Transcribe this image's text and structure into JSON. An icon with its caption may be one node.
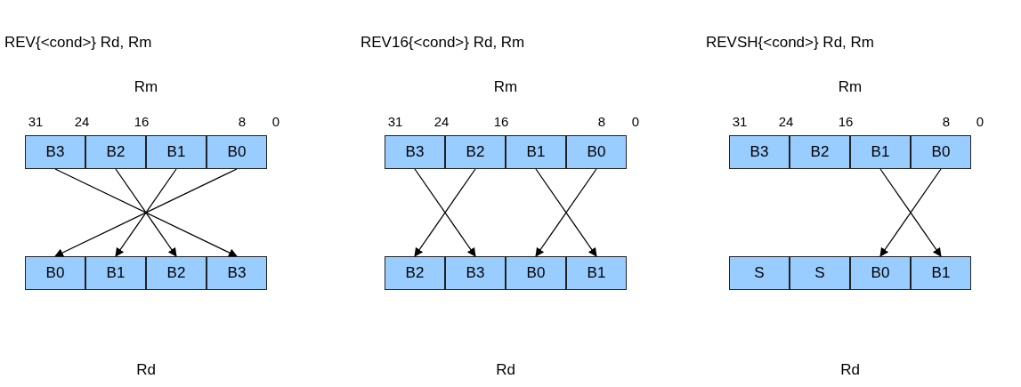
{
  "diagram": {
    "nodes": [
      {
        "text": [
          "B3"
        ]
      },
      {
        "text": [
          "B2"
        ]
      },
      {
        "text": [
          "B1"
        ]
      },
      {
        "text": [
          "B0"
        ]
      },
      {
        "text": [
          "B0"
        ]
      },
      {
        "text": [
          "B1"
        ]
      },
      {
        "text": [
          "B2"
        ]
      },
      {
        "text": [
          "B3"
        ]
      },
      {
        "text": [
          "B3"
        ]
      },
      {
        "text": [
          "B2"
        ]
      },
      {
        "text": [
          "B1"
        ]
      },
      {
        "text": [
          "B0"
        ]
      },
      {
        "text": [
          "B2"
        ]
      },
      {
        "text": [
          "B3"
        ]
      },
      {
        "text": [
          "B0"
        ]
      },
      {
        "text": [
          "B1"
        ]
      },
      {
        "text": [
          "B3"
        ]
      },
      {
        "text": [
          "B2"
        ]
      },
      {
        "text": [
          "B1"
        ]
      },
      {
        "text": [
          "B0"
        ]
      },
      {
        "text": [
          "S"
        ]
      },
      {
        "text": [
          "S"
        ]
      },
      {
        "text": [
          "B0"
        ]
      },
      {
        "text": [
          "B1"
        ]
      }
    ],
    "edges": [
      {
        "from": 0,
        "to": 7,
        "arrow": "to"
      },
      {
        "from": 1,
        "to": 6,
        "arrow": "to"
      },
      {
        "from": 2,
        "to": 5,
        "arrow": "to"
      },
      {
        "from": 3,
        "to": 4,
        "arrow": "to"
      },
      {
        "from": 8,
        "to": 13,
        "arrow": "to"
      },
      {
        "from": 9,
        "to": 12,
        "arrow": "to"
      },
      {
        "from": 10,
        "to": 15,
        "arrow": "to"
      },
      {
        "from": 11,
        "to": 14,
        "arrow": "to"
      },
      {
        "from": 18,
        "to": 23,
        "arrow": "to"
      },
      {
        "from": 19,
        "to": 22,
        "arrow": "to"
      }
    ],
    "labels": [
      "REV{<cond>} Rd, Rm",
      "REV16{<cond>} Rd, Rm",
      "REVSH{<cond>} Rd, Rm",
      "Rm",
      "Rm",
      "Rm",
      "31",
      "24",
      "16",
      "8",
      "0",
      "31",
      "24",
      "16",
      "8",
      "0",
      "31",
      "24",
      "16",
      "8",
      "0",
      "Rd",
      "Rd",
      "Rd"
    ]
  }
}
